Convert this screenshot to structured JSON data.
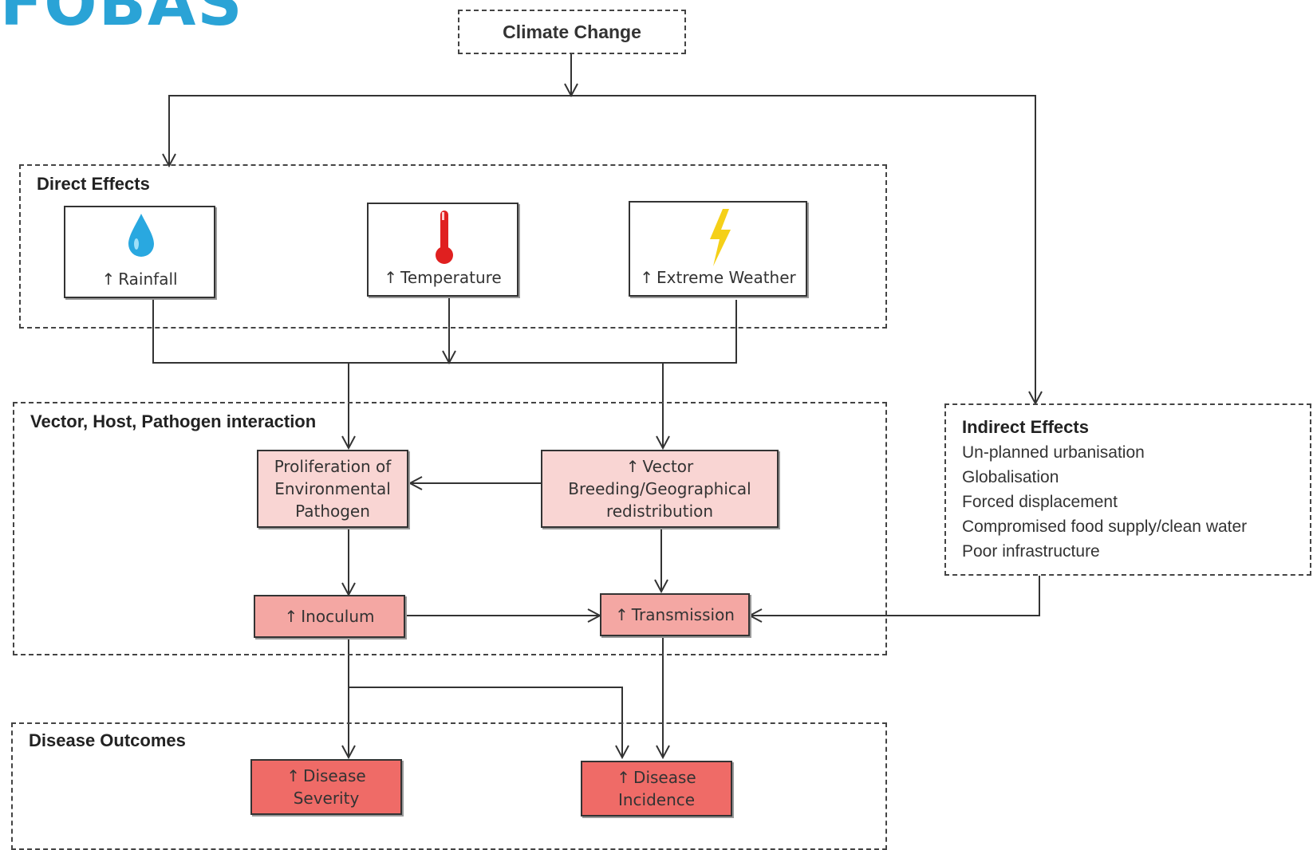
{
  "logo_text": "FOBAS",
  "climate_change": "Climate Change",
  "direct": {
    "title": "Direct Effects",
    "rainfall": "Rainfall",
    "temperature": "Temperature",
    "extreme_weather": "Extreme Weather",
    "up_arrow": "↑"
  },
  "interaction": {
    "title": "Vector, Host, Pathogen interaction",
    "proliferation_l1": "Proliferation of",
    "proliferation_l2": "Environmental",
    "proliferation_l3": "Pathogen",
    "vector_l1": "Vector",
    "vector_l2": "Breeding/Geographical",
    "vector_l3": "redistribution",
    "inoculum": "Inoculum",
    "transmission": "Transmission"
  },
  "indirect": {
    "title": "Indirect Effects",
    "items": [
      "Un-planned urbanisation",
      "Globalisation",
      "Forced displacement",
      "Compromised food supply/clean water",
      "Poor infrastructure"
    ]
  },
  "outcomes": {
    "title": "Disease Outcomes",
    "severity_l1": "Disease",
    "severity_l2": "Severity",
    "incidence_l1": "Disease",
    "incidence_l2": "Incidence"
  },
  "colors": {
    "pink_light": "#f9d5d3",
    "pink": "#f4a7a3",
    "red": "#ef6b67",
    "water": "#29a8e0",
    "thermo": "#e02020",
    "bolt": "#f5d018"
  }
}
